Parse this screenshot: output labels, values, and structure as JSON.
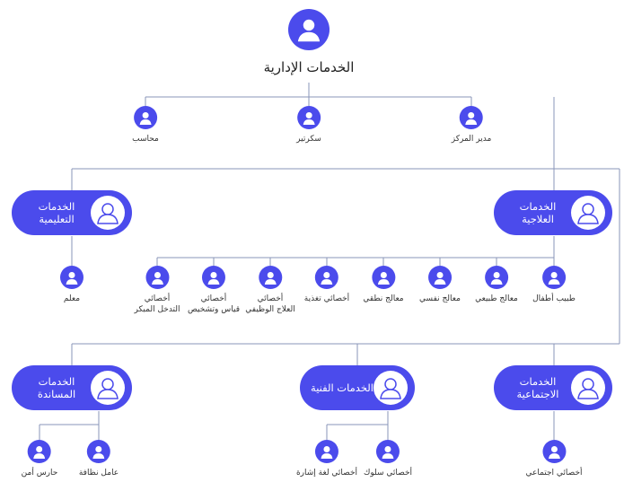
{
  "root": {
    "title": "الخدمات الإدارية"
  },
  "admin": [
    "مدير المركز",
    "سكرتير",
    "محاسب"
  ],
  "groups": {
    "therapeutic": "الخدمات العلاجية",
    "educational": "الخدمات التعليمية",
    "social": "الخدمات\nالاجتماعية",
    "technical": "الخدمات الفنية",
    "support": "الخدمات\nالمساندة"
  },
  "therapeutic_staff": [
    "طبيب أطفال",
    "معالج طبيعي",
    "معالج نفسي",
    "معالج نطقي",
    "أخصائي تغذية",
    "أخصائي\nالعلاج الوظيفي",
    "أخصائي\nقياس وتشخيص",
    "أخصائي\nالتدخل المبكر"
  ],
  "educational_staff": [
    "معلم"
  ],
  "social_staff": [
    "أخصائي اجتماعي"
  ],
  "technical_staff": [
    "أخصائي سلوك",
    "أخصائي لغة إشارة"
  ],
  "support_staff": [
    "عامل نظافة",
    "حارس أمن"
  ],
  "colors": {
    "accent": "#4b4bec",
    "line": "#8a95b8"
  }
}
